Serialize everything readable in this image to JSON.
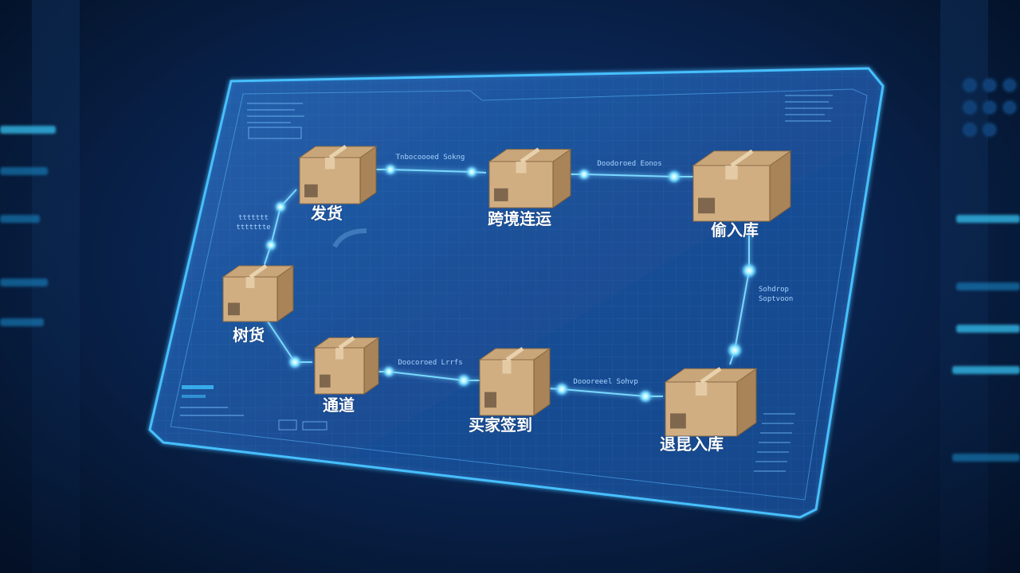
{
  "nodes": [
    {
      "id": "fahuo",
      "label": "发货"
    },
    {
      "id": "kuajing",
      "label": "跨境连运"
    },
    {
      "id": "rucang",
      "label": "偷入库"
    },
    {
      "id": "beihuo",
      "label": "树货"
    },
    {
      "id": "tongdao",
      "label": "通道"
    },
    {
      "id": "qianshou",
      "label": "买家签到"
    },
    {
      "id": "tuihuo",
      "label": "退昆入库"
    }
  ],
  "connector_labels": {
    "top_left": "Tnbocoooed Sokng",
    "top_right": "Doodoroed Eonos",
    "bottom_left": "Doocoroed Lrrfs",
    "bottom_right": "Doooreeel Sohvp",
    "left_line1": "ttttttt",
    "left_line2": "ttttttte",
    "right_line1": "Sohdrop",
    "right_line2": "Soptvoon"
  },
  "colors": {
    "panel_fill": "#1a4f97",
    "panel_border": "#3fb6ff",
    "node_glow": "#6fe3ff",
    "box_cardboard": "#c9a67a"
  }
}
